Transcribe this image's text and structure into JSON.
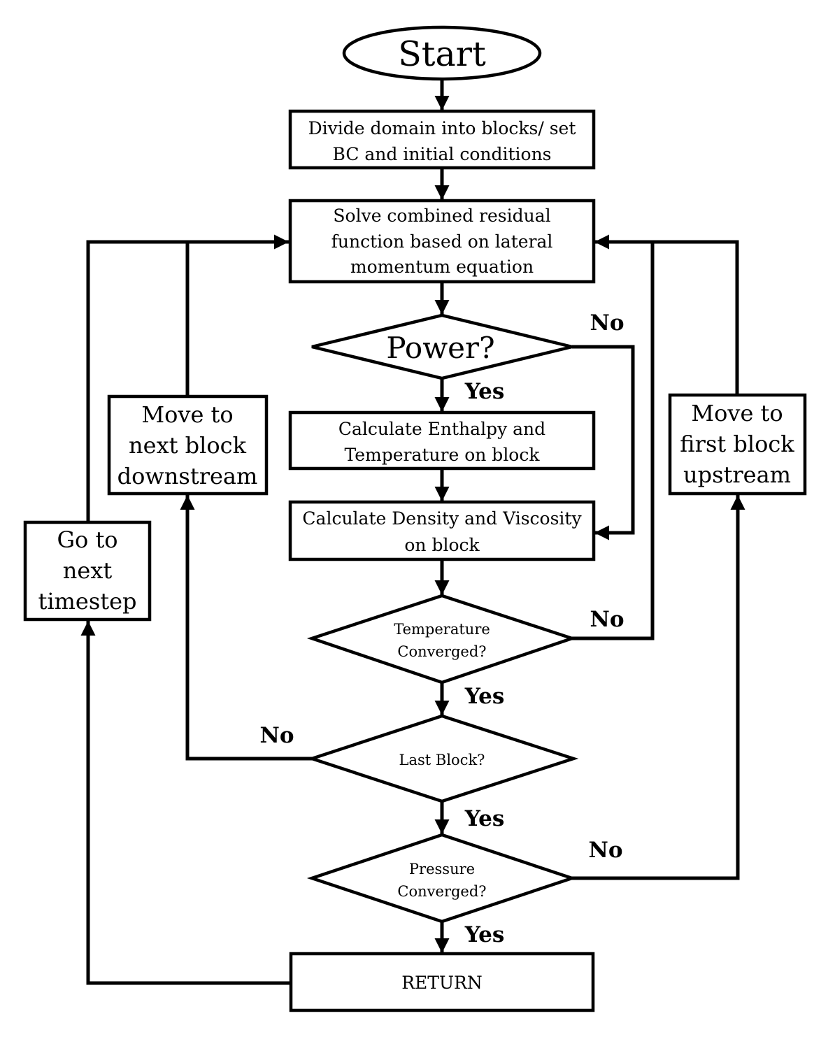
{
  "nodes": {
    "start": {
      "label": "Start"
    },
    "divide": {
      "lines": [
        "Divide domain into blocks/ set",
        "BC and initial conditions"
      ]
    },
    "solve": {
      "lines": [
        "Solve combined residual",
        "function based on lateral",
        "momentum equation"
      ]
    },
    "power": {
      "label": "Power?"
    },
    "enthalpy": {
      "lines": [
        "Calculate Enthalpy and",
        "Temperature on block"
      ]
    },
    "density": {
      "lines": [
        "Calculate Density and Viscosity",
        "on block"
      ]
    },
    "temp_conv": {
      "lines": [
        "Temperature",
        "Converged?"
      ]
    },
    "last_block": {
      "label": "Last Block?"
    },
    "press_conv": {
      "lines": [
        "Pressure",
        "Converged?"
      ]
    },
    "ret": {
      "label": "RETURN"
    },
    "move_down": {
      "lines": [
        "Move to",
        "next block",
        "downstream"
      ]
    },
    "move_up": {
      "lines": [
        "Move to",
        "first block",
        "upstream"
      ]
    },
    "next_step": {
      "lines": [
        "Go to",
        "next",
        "timestep"
      ]
    }
  },
  "edge_labels": {
    "power_no": "No",
    "power_yes": "Yes",
    "temp_no": "No",
    "temp_yes": "Yes",
    "last_no": "No",
    "last_yes": "Yes",
    "press_no": "No",
    "press_yes": "Yes"
  }
}
